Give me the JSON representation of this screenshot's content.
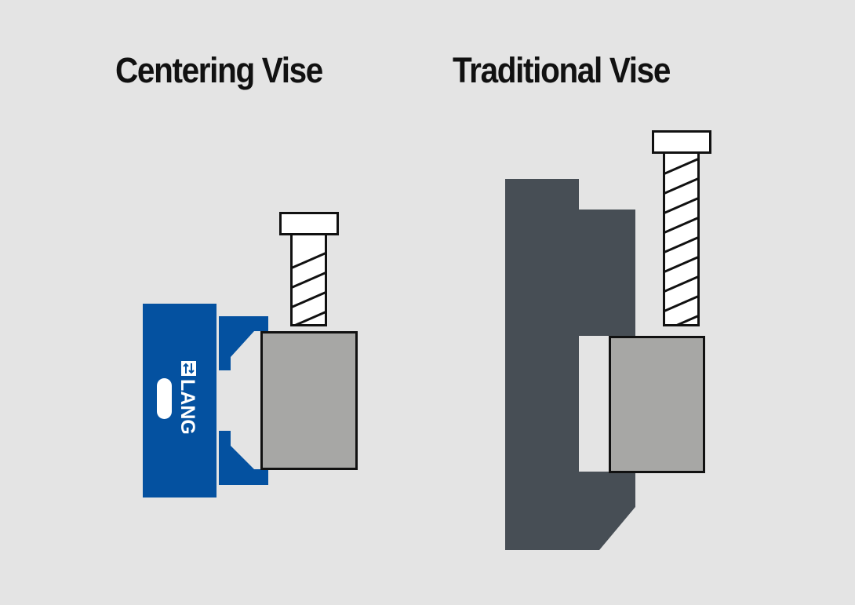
{
  "titles": {
    "left": "Centering Vise",
    "right": "Traditional Vise"
  },
  "logo": {
    "text": "LANG"
  },
  "colors": {
    "background": "#e4e4e4",
    "brand_blue": "#0451a0",
    "vise_body": "#474e55",
    "workpiece": "#a7a7a5",
    "outline": "#111111",
    "bolt_fill": "#ffffff"
  },
  "icons": {
    "logo_mark": "double-arrow-icon"
  }
}
